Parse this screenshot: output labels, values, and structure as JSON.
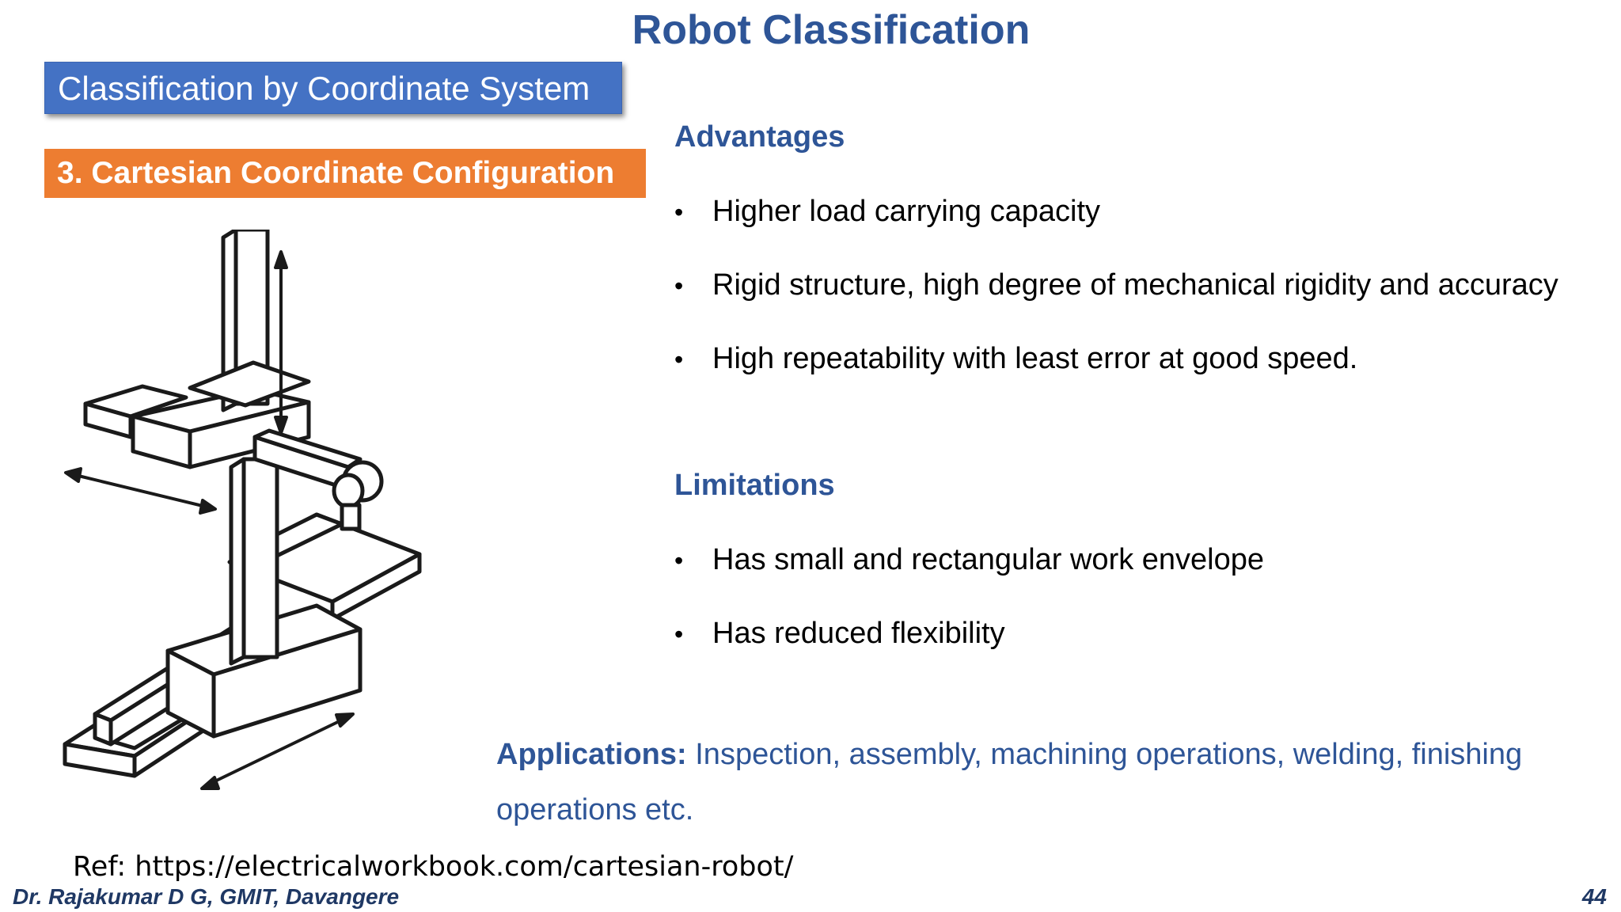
{
  "slide": {
    "title": "Robot Classification",
    "banner_main": "Classification by Coordinate System",
    "banner_sub": "3. Cartesian Coordinate Configuration"
  },
  "advantages": {
    "heading": "Advantages",
    "items": [
      "Higher load carrying capacity",
      "Rigid structure, high degree of mechanical rigidity and accuracy",
      "High repeatability with least error at good speed."
    ]
  },
  "limitations": {
    "heading": "Limitations",
    "items": [
      "Has small and rectangular work envelope",
      "Has reduced flexibility"
    ]
  },
  "applications": {
    "label": "Applications:",
    "text": "Inspection, assembly, machining operations, welding, finishing operations etc."
  },
  "reference": "Ref: https://electricalworkbook.com/cartesian-robot/",
  "footer": {
    "author": "Dr. Rajakumar D G, GMIT, Davangere",
    "page_number": "44"
  },
  "bullet_glyph": "•"
}
